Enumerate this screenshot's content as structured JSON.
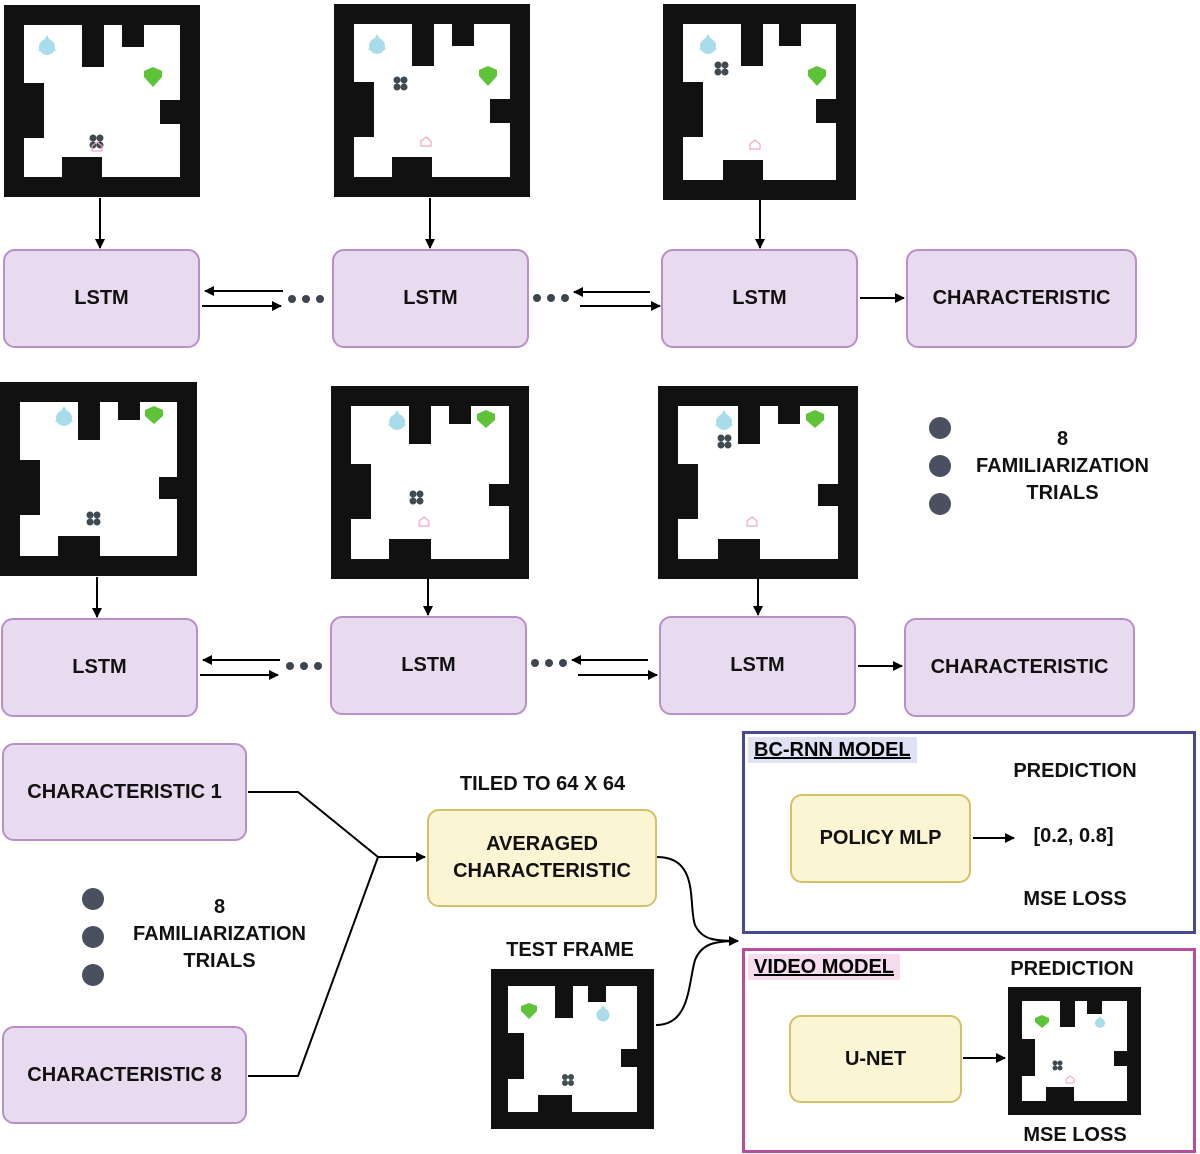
{
  "nodes": {
    "lstm": "LSTM",
    "characteristic": "CHARACTERISTIC",
    "characteristic_1": "CHARACTERISTIC 1",
    "characteristic_8": "CHARACTERISTIC 8",
    "averaged_line1": "AVERAGED",
    "averaged_line2": "CHARACTERISTIC",
    "policy_mlp": "POLICY MLP",
    "unet": "U-NET"
  },
  "labels": {
    "trials_count": "8",
    "trials_line1": "FAMILIARIZATION",
    "trials_line2": "TRIALS",
    "tiled": "TILED TO 64 X 64",
    "test_frame": "TEST FRAME",
    "prediction": "PREDICTION",
    "prediction_value": "[0.2, 0.8]",
    "mse_loss": "MSE LOSS"
  },
  "panels": {
    "bc_rnn": {
      "title": "BC-RNN MODEL",
      "color": "#474a8f"
    },
    "video": {
      "title": "VIDEO MODEL",
      "color": "#b64d9e"
    }
  },
  "colors": {
    "node_purple": "#e9dbef",
    "node_yellow": "#fbf5d3",
    "maze_wall": "#111111",
    "agent": "#3f4a52",
    "goal_green": "#5ec338",
    "goal_blue": "#a8dcea",
    "home_pink": "#f2a6c0",
    "trial_dot": "#4a5060"
  },
  "icons": [
    "maze-frame",
    "agent-icon",
    "green-shield-icon",
    "blue-drop-icon",
    "home-icon",
    "ellipsis-dots",
    "trial-dot-icon"
  ]
}
